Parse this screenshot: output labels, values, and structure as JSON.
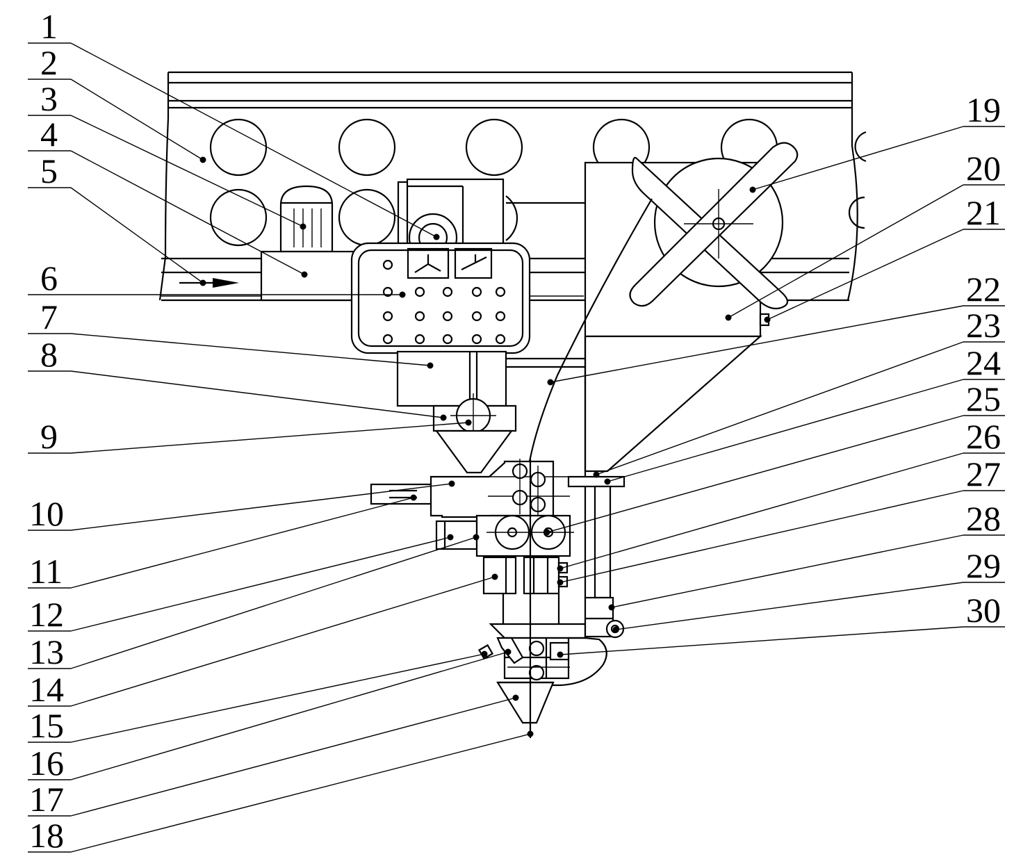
{
  "diagram": {
    "left_labels": [
      "1",
      "2",
      "3",
      "4",
      "5",
      "6",
      "7",
      "8",
      "9",
      "10",
      "11",
      "12",
      "13",
      "14",
      "15",
      "16",
      "17",
      "18"
    ],
    "right_labels": [
      "19",
      "20",
      "21",
      "22",
      "23",
      "24",
      "25",
      "26",
      "27",
      "28",
      "29",
      "30"
    ]
  }
}
